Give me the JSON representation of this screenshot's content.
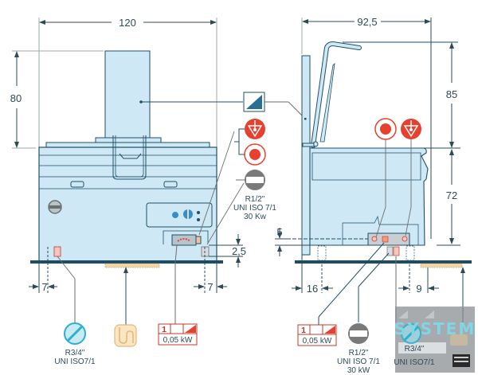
{
  "title": "Installation diagram",
  "colors": {
    "body": "#cfe8f6",
    "outline": "#1f4f66",
    "floor": "#1d4d66",
    "red": "#e8402f",
    "gray": "#6e6e6e",
    "dim_line": "#2f4a57",
    "drain_yellow": "#f2d7a6",
    "water_blue": "#2bb0cf"
  },
  "front_view": {
    "width_dim": "120",
    "height_dim": "80",
    "foot_left_dim": "7",
    "foot_right_dim": "7",
    "clearance_dim": "2,5"
  },
  "side_view": {
    "depth_dim": "92,5",
    "lid_height_dim": "85",
    "body_height_dim": "72",
    "offset_dim": "5",
    "foot_left_dim": "16",
    "foot_right_dim": "9"
  },
  "legend": {
    "gas_left": {
      "icon": "gas-inlet-icon",
      "line1": "R1/2\"",
      "line2": "UNI ISO 7/1",
      "line3": "30 Kw"
    },
    "water": {
      "icon": "water-inlet-icon",
      "line1": "R3/4\"",
      "line2": "UNI ISO7/1"
    },
    "drain": {
      "icon": "drain-siphon-icon"
    },
    "power_left": {
      "phase": "1",
      "power": "0,05 kW"
    },
    "power_right": {
      "phase": "1",
      "power": "0,05 kW"
    },
    "gas_right": {
      "icon": "gas-inlet-icon",
      "line1": "R1/2\"",
      "line2": "UNI ISO 7/1",
      "line3": "30 kW"
    },
    "water_right": {
      "icon": "water-inlet-icon",
      "line1": "R3/4\"",
      "line2": "UNI ISO7/1"
    },
    "flue": {
      "icon": "flue-icon"
    },
    "equipotential": {
      "icon": "equipotential-icon"
    },
    "electric": {
      "icon": "electric-connection-icon"
    }
  },
  "watermark": {
    "text": "SYSTEM"
  }
}
